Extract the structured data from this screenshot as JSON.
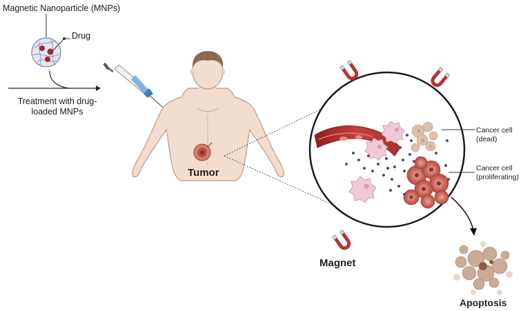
{
  "labels": {
    "mnp_title": "Magnetic Nanoparticle (MNPs)",
    "drug": "Drug",
    "treatment": "Treatment with drug-loaded MNPs",
    "tumor": "Tumor",
    "cancer_dead": "Cancer cell (dead)",
    "cancer_proliferating": "Cancer cell (proliferating)",
    "magnet": "Magnet",
    "apoptosis": "Apoptosis"
  },
  "colors": {
    "skin": "#f2dccd",
    "skin_outline": "#b99a88",
    "hair": "#8a6a57",
    "vessel": "#b5342f",
    "cancer_dead": "#d8b9a5",
    "cancer_proliferating": "#c95e4f",
    "nanoparticle": "#4a4d7a",
    "magnet": "#b5342f",
    "apoptosis": "#a98570"
  }
}
